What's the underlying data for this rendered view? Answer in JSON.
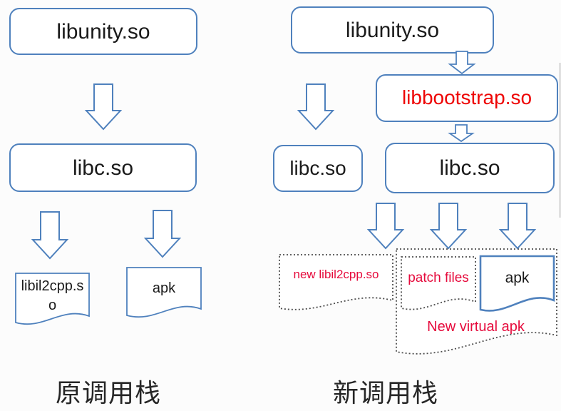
{
  "colors": {
    "bg": "#fcfcfc",
    "outline": "#4f81bd",
    "dotted": "#4d4d4d",
    "text": "#1a1a1a",
    "red": "#ee0505",
    "redlabel": "#e60a3c",
    "caption": "#262626",
    "artifact": "#c8c8c8"
  },
  "left_stack": {
    "libunity": "libunity.so",
    "libc": "libc.so",
    "libil2cpp": "libil2cpp.so",
    "apk": "apk",
    "caption": "原调用栈"
  },
  "right_stack": {
    "libunity": "libunity.so",
    "libbootstrap": "libbootstrap.so",
    "libc_left": "libc.so",
    "libc_main": "libc.so",
    "new_libil2cpp": "new libil2cpp.so",
    "patch_files": "patch files",
    "apk": "apk",
    "virtual_apk_label": "New virtual apk",
    "caption": "新调用栈"
  }
}
